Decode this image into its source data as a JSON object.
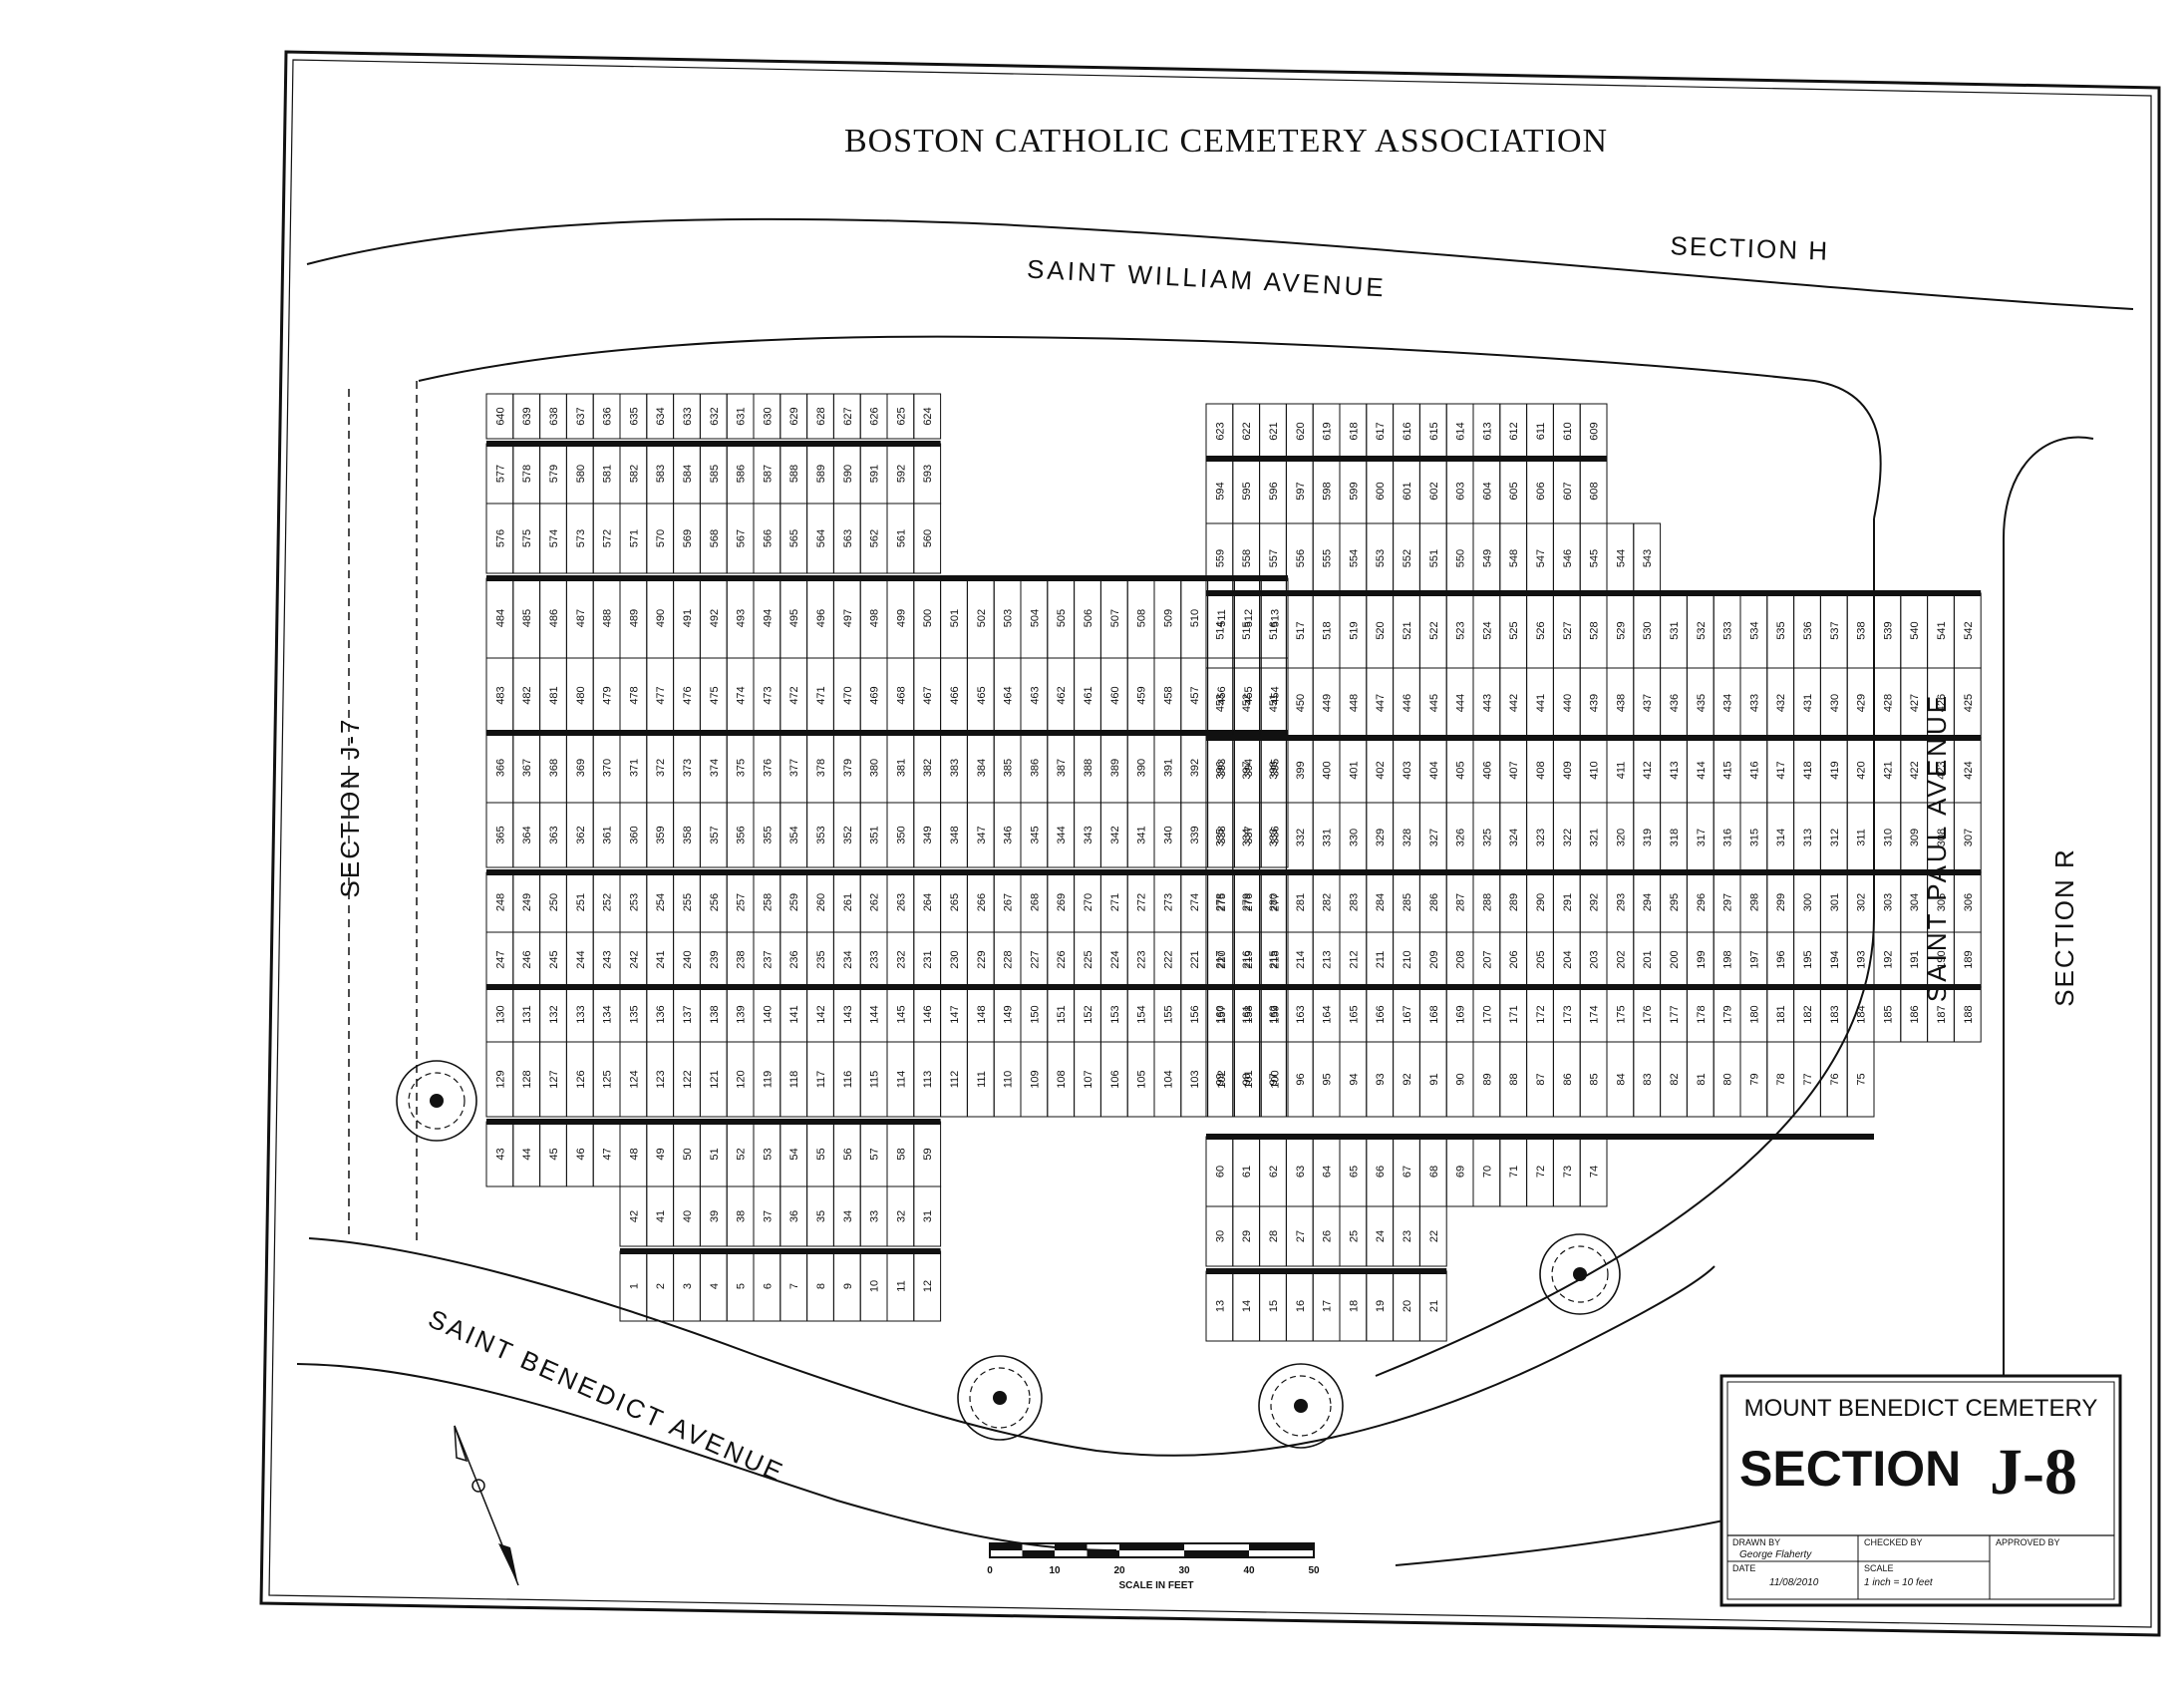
{
  "title": "BOSTON CATHOLIC CEMETERY ASSOCIATION",
  "roads": {
    "saint_william": "SAINT WILLIAM AVENUE",
    "saint_benedict": "SAINT BENEDICT AVENUE",
    "saint_paul": "SAINT PAUL AVENUE"
  },
  "sections": {
    "h": "SECTION H",
    "j7": "SECTION J-7",
    "r": "SECTION R"
  },
  "title_block": {
    "cemetery": "MOUNT BENEDICT CEMETERY",
    "section_word": "SECTION",
    "section_id": "J-8",
    "drawn_by_label": "DRAWN BY",
    "drawn_by": "George Flaherty",
    "checked_by_label": "CHECKED BY",
    "approved_by_label": "APPROVED BY",
    "date_label": "DATE",
    "date": "11/08/2010",
    "scale_label": "SCALE",
    "scale": "1 inch = 10 feet"
  },
  "scale_bar": {
    "ticks": [
      "0",
      "10",
      "20",
      "30",
      "40",
      "50"
    ],
    "label": "SCALE IN FEET"
  },
  "plots": {
    "west_block": {
      "r1": {
        "start": 640,
        "end": 624,
        "step": -1
      },
      "r2": {
        "start": 577,
        "end": 593,
        "step": 1
      },
      "r3": {
        "start": 576,
        "end": 560,
        "step": -1
      },
      "r4": {
        "start": 484,
        "end": 513,
        "step": 1
      },
      "r5": {
        "start": 483,
        "end": 454,
        "step": -1
      },
      "r6": {
        "start": 366,
        "end": 395,
        "step": 1
      },
      "r7": {
        "start": 365,
        "end": 336,
        "step": -1
      },
      "r8": {
        "start": 248,
        "end": 277,
        "step": 1
      },
      "r9": {
        "start": 247,
        "end": 218,
        "step": -1
      },
      "r10": {
        "start": 130,
        "end": 159,
        "step": 1
      },
      "r11": {
        "start": 129,
        "end": 100,
        "step": -1
      },
      "r12": {
        "start": 43,
        "end": 59,
        "step": 1
      },
      "r13": {
        "start": 42,
        "end": 31,
        "step": -1
      },
      "r14": {
        "start": 1,
        "end": 12,
        "step": 1
      }
    },
    "east_block": {
      "r1": {
        "start": 623,
        "end": 609,
        "step": -1
      },
      "r2": {
        "start": 594,
        "end": 608,
        "step": 1
      },
      "r3": {
        "start": 559,
        "end": 543,
        "step": -1
      },
      "r4": {
        "start": 514,
        "end": 542,
        "step": 1
      },
      "r5": {
        "start": 453,
        "end": 425,
        "step": -1
      },
      "r6": {
        "start": 396,
        "end": 424,
        "step": 1
      },
      "r7": {
        "start": 335,
        "end": 307,
        "step": -1
      },
      "r8": {
        "start": 278,
        "end": 306,
        "step": 1
      },
      "r9": {
        "start": 217,
        "end": 189,
        "step": -1
      },
      "r10": {
        "start": 160,
        "end": 188,
        "step": 1
      },
      "r11": {
        "start": 99,
        "end": 75,
        "step": -1
      },
      "r12": {
        "start": 60,
        "end": 74,
        "step": 1
      },
      "r13": {
        "start": 30,
        "end": 22,
        "step": -1
      },
      "r14": {
        "start": 13,
        "end": 21,
        "step": 1
      }
    }
  }
}
